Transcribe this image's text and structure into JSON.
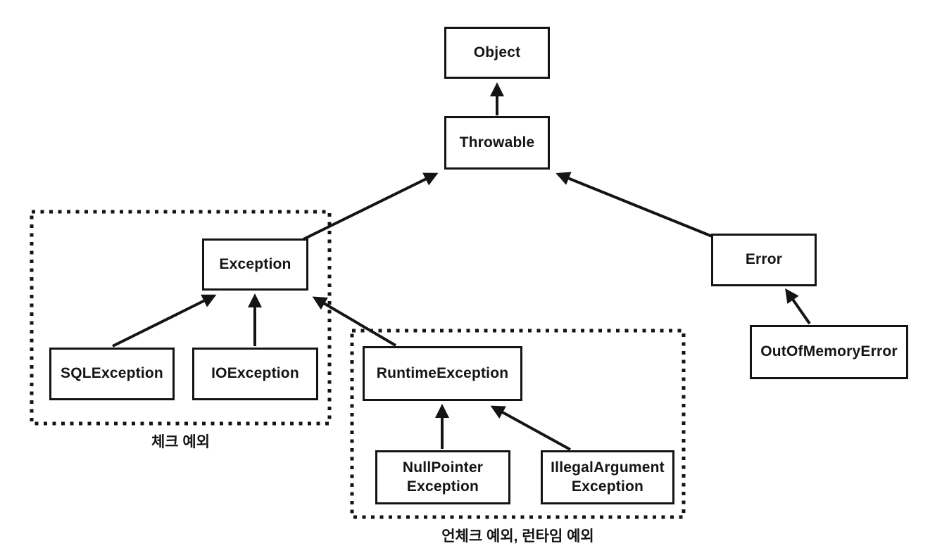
{
  "diagram": {
    "nodes": {
      "object": {
        "label": "Object"
      },
      "throwable": {
        "label": "Throwable"
      },
      "exception": {
        "label": "Exception"
      },
      "error": {
        "label": "Error"
      },
      "sql_exception": {
        "label": "SQLException"
      },
      "io_exception": {
        "label": "IOException"
      },
      "runtime_exception": {
        "label": "RuntimeException"
      },
      "null_pointer_exception": {
        "label": "NullPointer\nException"
      },
      "illegal_argument_exception": {
        "label": "IllegalArgument\nException"
      },
      "out_of_memory_error": {
        "label": "OutOfMemoryError"
      }
    },
    "groups": {
      "checked": {
        "caption": "체크 예외"
      },
      "unchecked": {
        "caption": "언체크 예외, 런타임 예외"
      }
    },
    "edges": [
      {
        "from": "Throwable",
        "to": "Object"
      },
      {
        "from": "Exception",
        "to": "Throwable"
      },
      {
        "from": "Error",
        "to": "Throwable"
      },
      {
        "from": "SQLException",
        "to": "Exception"
      },
      {
        "from": "IOException",
        "to": "Exception"
      },
      {
        "from": "RuntimeException",
        "to": "Exception"
      },
      {
        "from": "NullPointerException",
        "to": "RuntimeException"
      },
      {
        "from": "IllegalArgumentException",
        "to": "RuntimeException"
      },
      {
        "from": "OutOfMemoryError",
        "to": "Error"
      }
    ],
    "colors": {
      "ink": "#141414",
      "background": "#ffffff"
    }
  }
}
